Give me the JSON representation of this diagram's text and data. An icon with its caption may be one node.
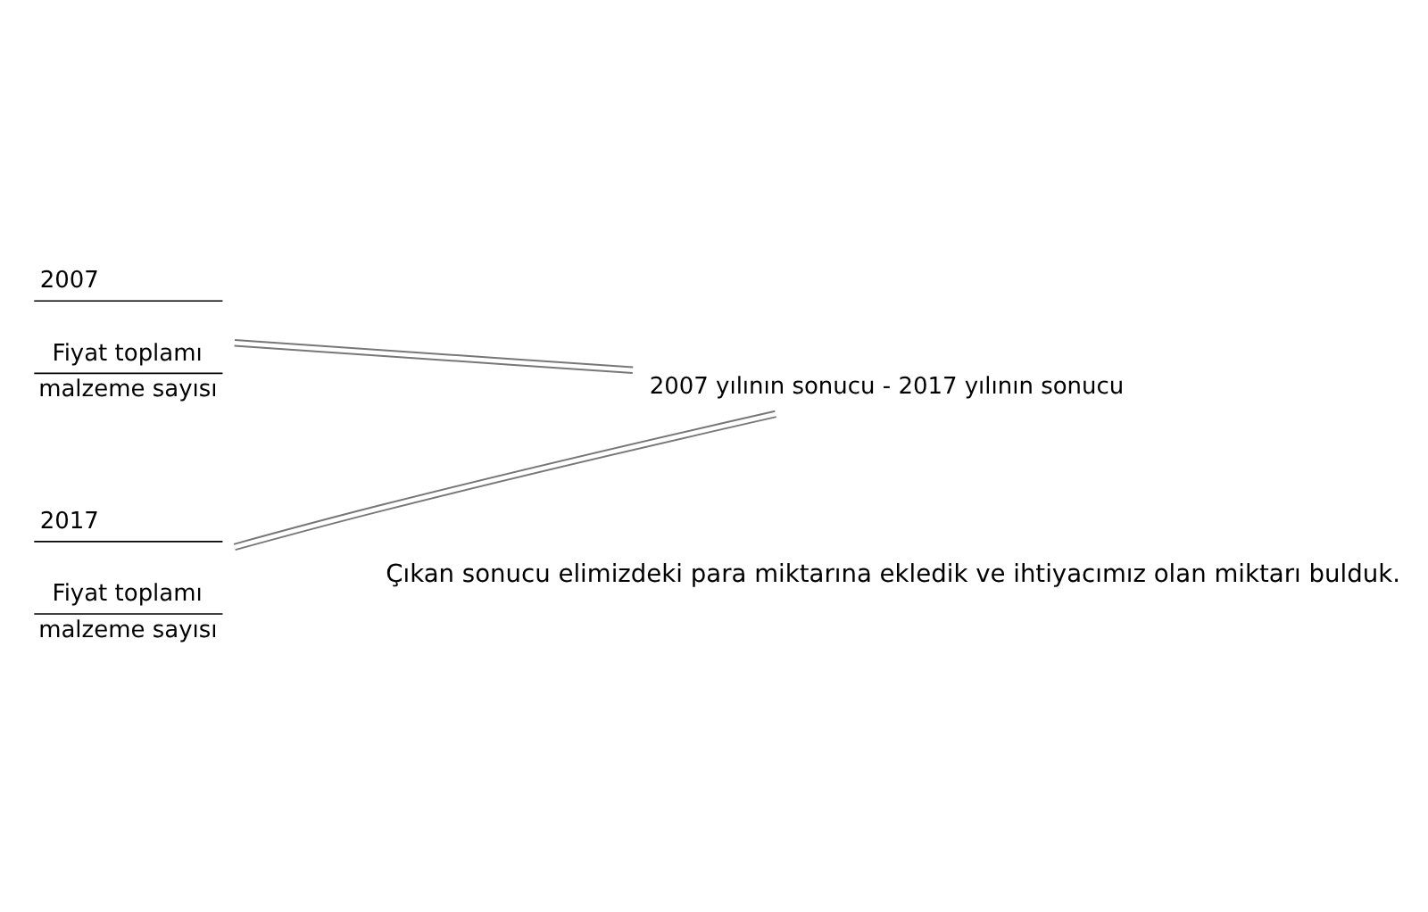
{
  "diagram": {
    "nodes": [
      {
        "text": [
          "2007",
          "Fiyat toplamı",
          "malzeme sayısı"
        ]
      },
      {
        "text": [
          "2017",
          "Fiyat toplamı",
          "malzeme sayısı"
        ]
      },
      {
        "text": [
          "2007 yılının sonucu - 2017 yılının sonucu"
        ]
      }
    ],
    "edges": [
      {
        "from": 0,
        "to": 2,
        "arrow": "none"
      },
      {
        "from": 1,
        "to": 2,
        "arrow": "none"
      }
    ],
    "labels": [
      "Çıkan sonucu elimizdeki para miktarına ekledik ve ihtiyacımız olan miktarı bulduk."
    ]
  }
}
